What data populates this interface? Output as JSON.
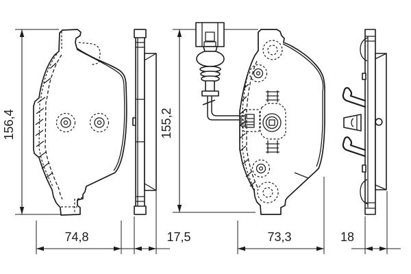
{
  "page": {
    "background": "#ffffff",
    "line_color": "#1c1c1c"
  },
  "drawing": {
    "kind": "brake-pad-technical-drawing",
    "views": [
      {
        "id": "outer-pad-front",
        "features": [
          "top-tab",
          "bottom-tab",
          "two-guide-holes",
          "friction-material-dashed-boundary"
        ]
      },
      {
        "id": "outer-pad-side",
        "features": [
          "backplate",
          "friction-block"
        ]
      },
      {
        "id": "inner-pad-front",
        "features": [
          "wear-sensor-connector",
          "rubber-boot-bellows",
          "sensor-wire",
          "sensor-cavity",
          "two-guide-holes"
        ]
      },
      {
        "id": "inner-pad-side",
        "features": [
          "backplate",
          "friction-block",
          "spring-clips",
          "sensor-bracket",
          "rivet-hole"
        ]
      }
    ]
  },
  "dimensions": {
    "outer_pad_front": {
      "height": "156,4",
      "width": "74,8"
    },
    "outer_pad_side": {
      "thickness": "17,5"
    },
    "inner_pad_front": {
      "height": "155,2",
      "width": "73,3"
    },
    "inner_pad_side": {
      "thickness": "18"
    }
  }
}
